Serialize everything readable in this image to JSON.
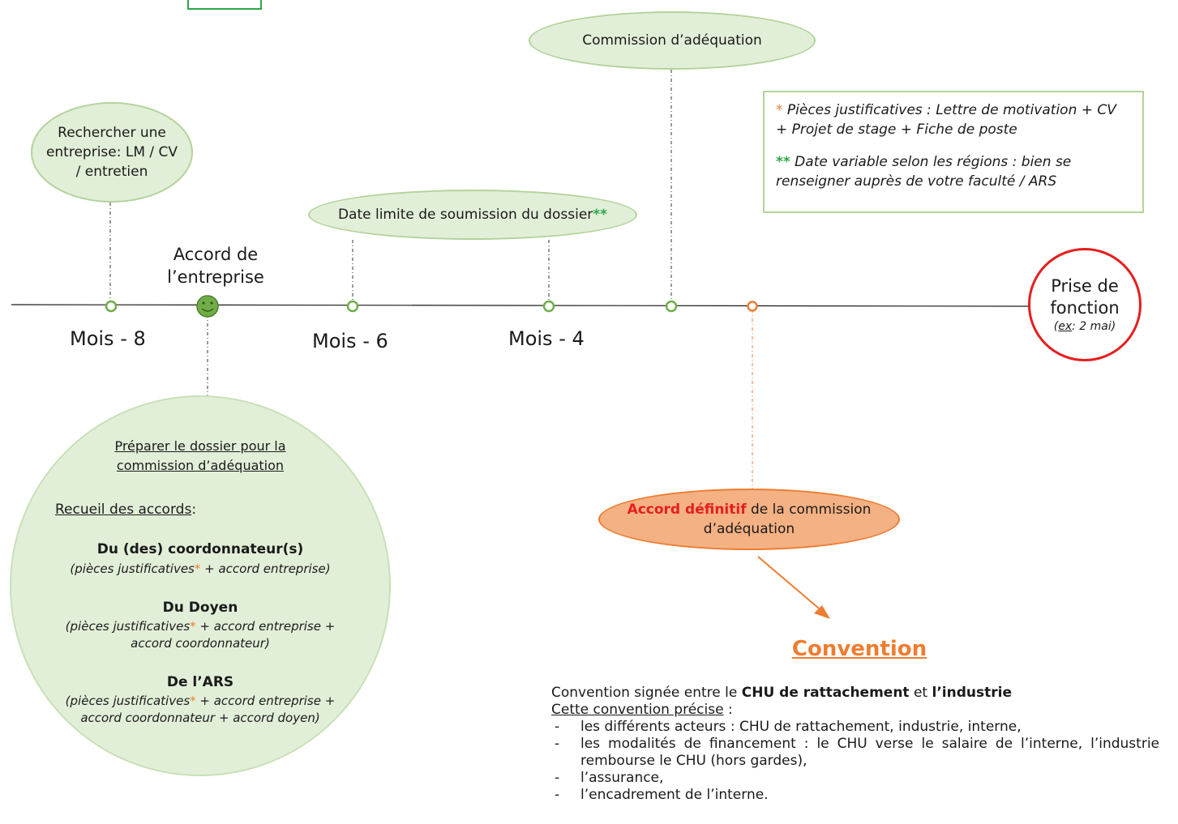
{
  "timeline": {
    "mois_labels": [
      "Mois - 8",
      "Mois - 6",
      "Mois - 4"
    ]
  },
  "nodes": {
    "rechercher": "Rechercher une entreprise: LM / CV / entretien",
    "accord_entreprise": "Accord de l’entreprise",
    "date_limite": "Date limite de soumission du dossier",
    "date_limite_star": "**",
    "commission": "Commission d’adéquation",
    "prise_line1": "Prise de",
    "prise_line2": "fonction",
    "prise_ex": "ex",
    "prise_date": ": 2 mai)"
  },
  "notes": {
    "star1": "*",
    "line1": " Pièces justificatives : Lettre de motivation + CV + Projet de stage + Fiche de poste",
    "star2": "**",
    "line2": " Date variable selon les régions : bien se renseigner auprès de votre faculté / ARS"
  },
  "dossier": {
    "title_line1": "Préparer le dossier pour la",
    "title_line2": "commission d’adéquation",
    "recueil": "Recueil des accords",
    "recueil_colon": ":",
    "coord_title": "Du (des) coordonnateur(s)",
    "coord_detail_a": "(pièces justificatives",
    "coord_detail_b": " + accord entreprise)",
    "doyen_title": "Du Doyen",
    "doyen_detail_a": "(pièces justificatives",
    "doyen_detail_b": " + accord entreprise +",
    "doyen_detail_c": "accord coordonnateur)",
    "ars_title": "De l’ARS",
    "ars_detail_a": "(pièces justificatives",
    "ars_detail_b": " + accord entreprise +",
    "ars_detail_c": "accord coordonnateur + accord doyen)",
    "star": "*"
  },
  "accord_definitif": {
    "bold": "Accord définitif",
    "rest": " de la commission d’adéquation"
  },
  "convention": {
    "title": "Convention",
    "intro_a": "Convention signée entre le ",
    "intro_b": "CHU de rattachement",
    "intro_c": " et ",
    "intro_d": "l’industrie",
    "precise": "Cette convention précise",
    "precise_colon": " :",
    "items": [
      "les différents acteurs : CHU de rattachement, industrie, interne,",
      "les modalités de financement : le CHU verse le salaire de l’interne, l’industrie rembourse le CHU (hors gardes),",
      "l’assurance,",
      "l’encadrement de l’interne."
    ]
  },
  "colors": {
    "green_fill": "#e2efd8",
    "green_border": "#b2d39a",
    "orange": "#ed7d31",
    "orange_fill": "#f4b183",
    "red": "#e61e1e"
  }
}
